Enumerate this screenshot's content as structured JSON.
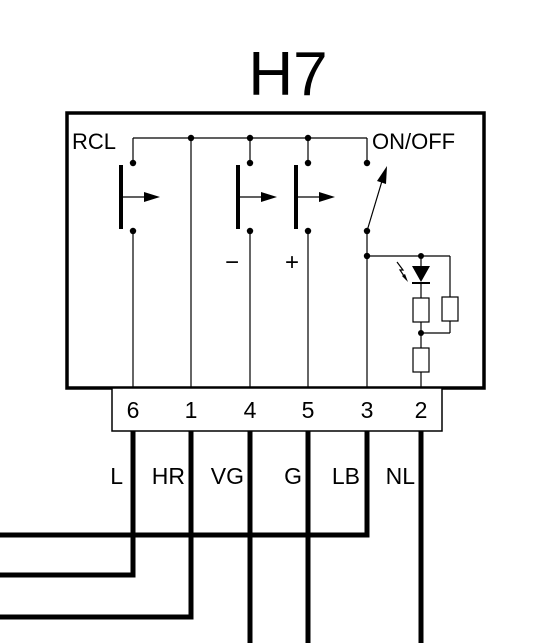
{
  "title": "H7",
  "labels": {
    "rcl": "RCL",
    "on_off": "ON/OFF",
    "minus": "−",
    "plus": "+"
  },
  "terminals": [
    "6",
    "1",
    "4",
    "5",
    "3",
    "2"
  ],
  "wires": [
    "L",
    "HR",
    "VG",
    "G",
    "LB",
    "NL"
  ]
}
